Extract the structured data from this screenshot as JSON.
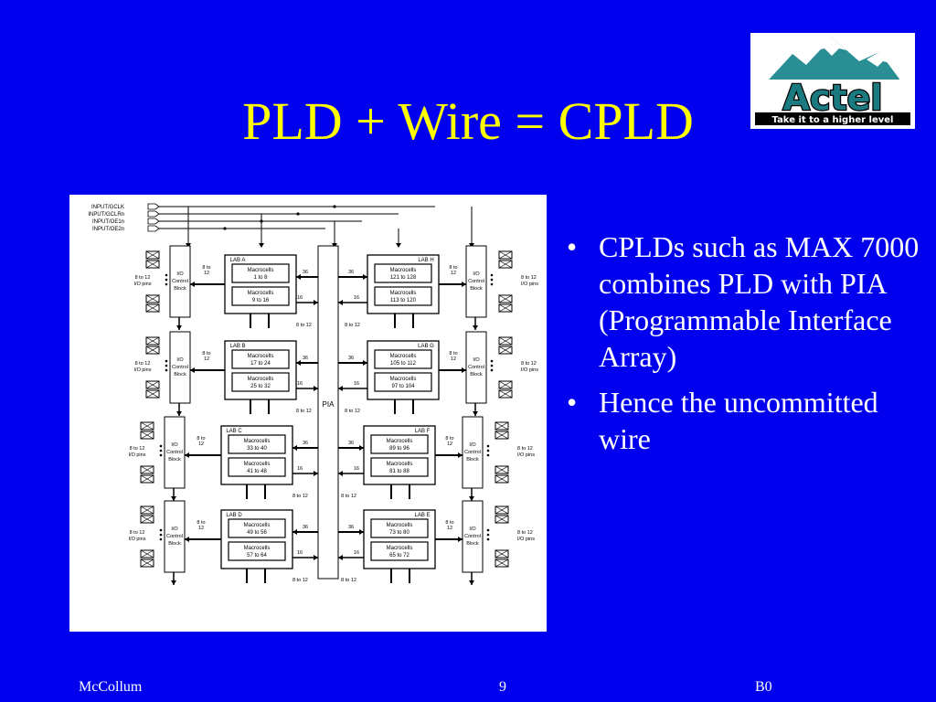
{
  "slide": {
    "title": "PLD + Wire = CPLD",
    "bullets": [
      {
        "text": "CPLDs such as MAX 7000 combines PLD with PIA (Programmable Interface Array)"
      },
      {
        "text": "Hence the uncommitted wire"
      }
    ],
    "bullet_char": "•"
  },
  "logo": {
    "name": "Actel",
    "tagline": "Take it to a higher level"
  },
  "footer": {
    "author": "McCollum",
    "page": "9",
    "section": "B0"
  },
  "diagram": {
    "inputs": [
      "INPUT/GCLK",
      "INPUT/GCLRn",
      "INPUT/OE1n",
      "INPUT/OE2n"
    ],
    "pia_label": "PIA",
    "io_block_label": [
      "I/O",
      "Control",
      "Block"
    ],
    "macrocells_label": "Macrocells",
    "io_pins_label": [
      "8 to 12",
      "I/O pins"
    ],
    "bus_labels": {
      "to_io": [
        "8 to",
        "12"
      ],
      "wide": "36",
      "narrow": "16",
      "below": "8 to 12"
    },
    "left_labs": [
      {
        "name": "LAB A",
        "ranges": [
          "1 to 8",
          "9 to 16"
        ]
      },
      {
        "name": "LAB B",
        "ranges": [
          "17 to 24",
          "25 to 32"
        ]
      },
      {
        "name": "LAB C",
        "ranges": [
          "33 to 40",
          "41 to 48"
        ]
      },
      {
        "name": "LAB D",
        "ranges": [
          "49 to 56",
          "57 to 64"
        ]
      }
    ],
    "right_labs": [
      {
        "name": "LAB H",
        "ranges": [
          "121 to 128",
          "113 to 120"
        ]
      },
      {
        "name": "LAB G",
        "ranges": [
          "105 to 112",
          "97 to 104"
        ]
      },
      {
        "name": "LAB F",
        "ranges": [
          "89 to 96",
          "81 to 88"
        ]
      },
      {
        "name": "LAB E",
        "ranges": [
          "73 to 80",
          "65 to 72"
        ]
      }
    ]
  }
}
